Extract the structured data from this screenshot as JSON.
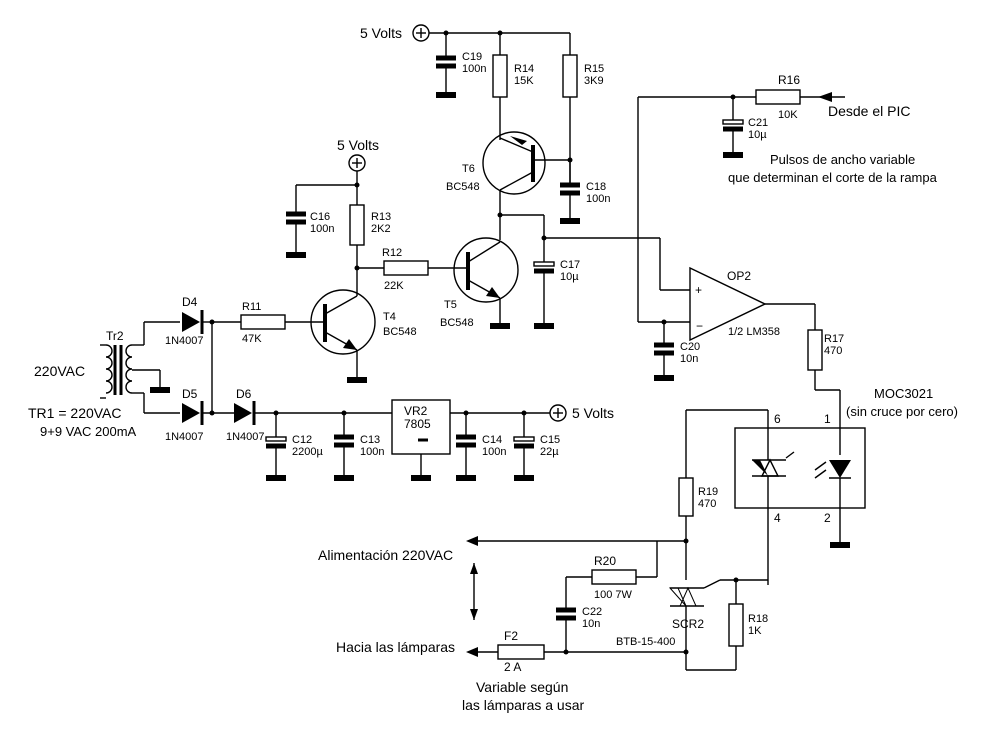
{
  "supply": {
    "v_top": "5 Volts",
    "v_mid": "5 Volts",
    "v_out": "5 Volts"
  },
  "components": {
    "C19": {
      "ref": "C19",
      "val": "100n"
    },
    "R14": {
      "ref": "R14",
      "val": "15K"
    },
    "R15": {
      "ref": "R15",
      "val": "3K9"
    },
    "R16": {
      "ref": "R16",
      "val": "10K"
    },
    "C21": {
      "ref": "C21",
      "val": "10µ"
    },
    "T6": {
      "ref": "T6",
      "val": "BC548"
    },
    "C18": {
      "ref": "C18",
      "val": "100n"
    },
    "C16": {
      "ref": "C16",
      "val": "100n"
    },
    "R13": {
      "ref": "R13",
      "val": "2K2"
    },
    "R12": {
      "ref": "R12",
      "val": "22K"
    },
    "C17": {
      "ref": "C17",
      "val": "10µ"
    },
    "T5": {
      "ref": "T5",
      "val": "BC548"
    },
    "T4": {
      "ref": "T4",
      "val": "BC548"
    },
    "D4": {
      "ref": "D4",
      "val": "1N4007"
    },
    "R11": {
      "ref": "R11",
      "val": "47K"
    },
    "Tr2": {
      "ref": "Tr2"
    },
    "D5": {
      "ref": "D5",
      "val": "1N4007"
    },
    "D6": {
      "ref": "D6",
      "val": "1N4007"
    },
    "C12": {
      "ref": "C12",
      "val": "2200µ"
    },
    "C13": {
      "ref": "C13",
      "val": "100n"
    },
    "VR2": {
      "ref": "VR2",
      "val": "7805"
    },
    "C14": {
      "ref": "C14",
      "val": "100n"
    },
    "C15": {
      "ref": "C15",
      "val": "22µ"
    },
    "OP2": {
      "ref": "OP2",
      "val": "1/2 LM358"
    },
    "C20": {
      "ref": "C20",
      "val": "10n"
    },
    "R17": {
      "ref": "R17",
      "val": "470"
    },
    "MOC": {
      "ref": "MOC3021",
      "val": "(sin cruce por cero)",
      "p6": "6",
      "p1": "1",
      "p4": "4",
      "p2": "2"
    },
    "R19": {
      "ref": "R19",
      "val": "470"
    },
    "R20": {
      "ref": "R20",
      "val": "100 7W"
    },
    "C22": {
      "ref": "C22",
      "val": "10n"
    },
    "SCR2": {
      "ref": "SCR2",
      "val": "BTB-15-400"
    },
    "R18": {
      "ref": "R18",
      "val": "1K"
    },
    "F2": {
      "ref": "F2",
      "val": "2 A"
    }
  },
  "labels": {
    "pic": "Desde el PIC",
    "pulse1": "Pulsos de ancho variable",
    "pulse2": "que determinan el corte de la rampa",
    "vac": "220VAC",
    "tr1a": "TR1 = 220VAC",
    "tr1b": "9+9 VAC 200mA",
    "alim": "Alimentación 220VAC",
    "lamp": "Hacia las lámparas",
    "var1": "Variable según",
    "var2": "las lámparas a usar"
  }
}
